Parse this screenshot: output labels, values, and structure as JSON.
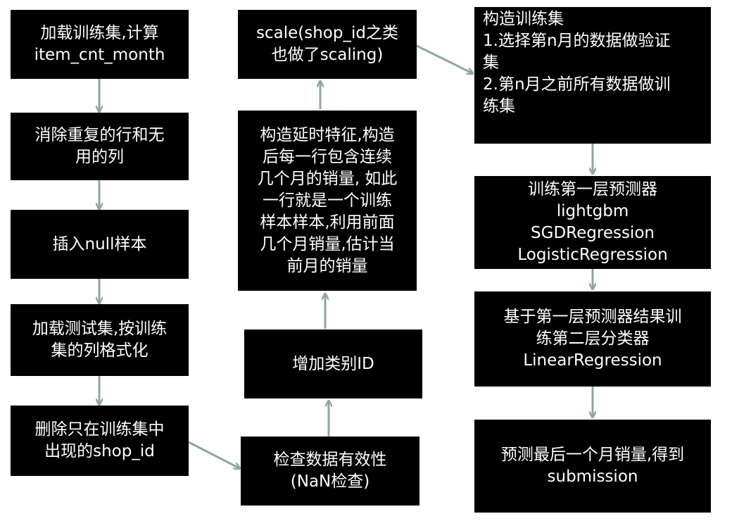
{
  "colors": {
    "box_bg": "#000000",
    "box_text": "#ffffff",
    "arrow": "#8ea5a5",
    "page_bg": "#ffffff"
  },
  "boxes": {
    "load_train": {
      "lines": [
        "加载训练集,计算",
        "item_cnt_month"
      ]
    },
    "dedupe": {
      "lines": [
        "消除重复的行和无",
        "用的列"
      ]
    },
    "insert_null": {
      "lines": [
        "插入null样本"
      ]
    },
    "load_test": {
      "lines": [
        "加载测试集,按训练",
        "集的列格式化"
      ]
    },
    "delete_shop": {
      "lines": [
        "删除只在训练集中",
        "出现的shop_id"
      ]
    },
    "check_data": {
      "lines": [
        "检查数据有效性",
        "(NaN检查)"
      ]
    },
    "add_category": {
      "lines": [
        "增加类别ID"
      ]
    },
    "lag_features": {
      "lines": [
        "构造延时特征,构造",
        "后每一行包含连续",
        "几个月的销量, 如此",
        "一行就是一个训练",
        "样本样本,利用前面",
        "几个月销量,估计当",
        "前月的销量"
      ]
    },
    "scale": {
      "lines": [
        "scale(shop_id之类",
        "也做了scaling)"
      ]
    },
    "build_train": {
      "lines": [
        "构造训练集",
        "1.选择第n月的数据做验证",
        "集",
        "2.第n月之前所有数据做训",
        "练集"
      ]
    },
    "layer1": {
      "lines": [
        "训练第一层预测器",
        "lightgbm",
        "SGDRegression",
        "LogisticRegression"
      ]
    },
    "layer2": {
      "lines": [
        "基于第一层预测器结果训",
        "练第二层分类器",
        "LinearRegression"
      ]
    },
    "predict": {
      "lines": [
        "预测最后一个月销量,得到",
        "submission"
      ]
    }
  }
}
